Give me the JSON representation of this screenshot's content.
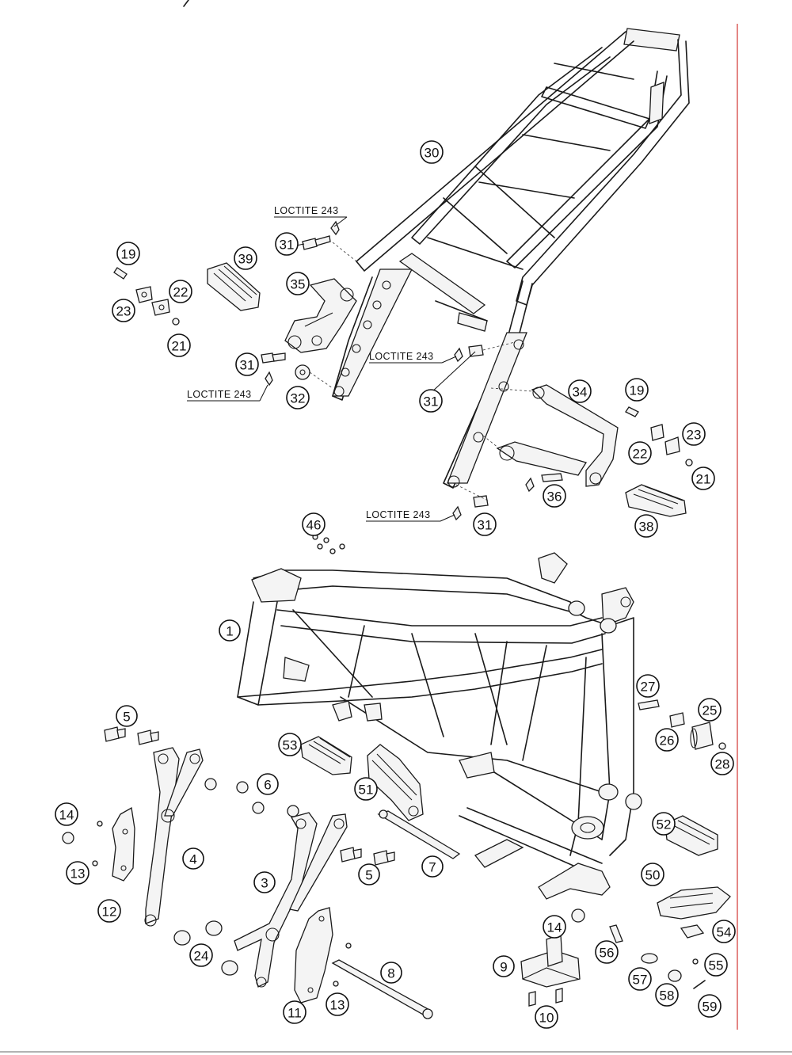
{
  "diagram": {
    "accent_color": "#d9534f",
    "labels": [
      {
        "id": "p30",
        "text": "30"
      },
      {
        "id": "p31a",
        "text": "31"
      },
      {
        "id": "p19a",
        "text": "19"
      },
      {
        "id": "p39",
        "text": "39"
      },
      {
        "id": "p35",
        "text": "35"
      },
      {
        "id": "p22a",
        "text": "22"
      },
      {
        "id": "p23a",
        "text": "23"
      },
      {
        "id": "p21a",
        "text": "21"
      },
      {
        "id": "p31b",
        "text": "31"
      },
      {
        "id": "p32",
        "text": "32"
      },
      {
        "id": "p31c",
        "text": "31"
      },
      {
        "id": "p34",
        "text": "34"
      },
      {
        "id": "p19b",
        "text": "19"
      },
      {
        "id": "p23b",
        "text": "23"
      },
      {
        "id": "p22b",
        "text": "22"
      },
      {
        "id": "p21b",
        "text": "21"
      },
      {
        "id": "p36",
        "text": "36"
      },
      {
        "id": "p31d",
        "text": "31"
      },
      {
        "id": "p38",
        "text": "38"
      },
      {
        "id": "p46",
        "text": "46"
      },
      {
        "id": "p1",
        "text": "1"
      },
      {
        "id": "p27",
        "text": "27"
      },
      {
        "id": "p25",
        "text": "25"
      },
      {
        "id": "p26",
        "text": "26"
      },
      {
        "id": "p28",
        "text": "28"
      },
      {
        "id": "p5a",
        "text": "5"
      },
      {
        "id": "p53",
        "text": "53"
      },
      {
        "id": "p51",
        "text": "51"
      },
      {
        "id": "p6",
        "text": "6"
      },
      {
        "id": "p14a",
        "text": "14"
      },
      {
        "id": "p4",
        "text": "4"
      },
      {
        "id": "p13a",
        "text": "13"
      },
      {
        "id": "p12",
        "text": "12"
      },
      {
        "id": "p3",
        "text": "3"
      },
      {
        "id": "p5b",
        "text": "5"
      },
      {
        "id": "p7",
        "text": "7"
      },
      {
        "id": "p52",
        "text": "52"
      },
      {
        "id": "p50",
        "text": "50"
      },
      {
        "id": "p24",
        "text": "24"
      },
      {
        "id": "p14b",
        "text": "14"
      },
      {
        "id": "p54",
        "text": "54"
      },
      {
        "id": "p9",
        "text": "9"
      },
      {
        "id": "p56",
        "text": "56"
      },
      {
        "id": "p8",
        "text": "8"
      },
      {
        "id": "p55",
        "text": "55"
      },
      {
        "id": "p57",
        "text": "57"
      },
      {
        "id": "p58",
        "text": "58"
      },
      {
        "id": "p11",
        "text": "11"
      },
      {
        "id": "p13b",
        "text": "13"
      },
      {
        "id": "p10",
        "text": "10"
      },
      {
        "id": "p59",
        "text": "59"
      }
    ],
    "callouts": [
      {
        "id": "loc1",
        "text": "LOCTITE 243"
      },
      {
        "id": "loc2",
        "text": "LOCTITE 243"
      },
      {
        "id": "loc3",
        "text": "LOCTITE 243"
      },
      {
        "id": "loc4",
        "text": "LOCTITE 243"
      }
    ]
  }
}
